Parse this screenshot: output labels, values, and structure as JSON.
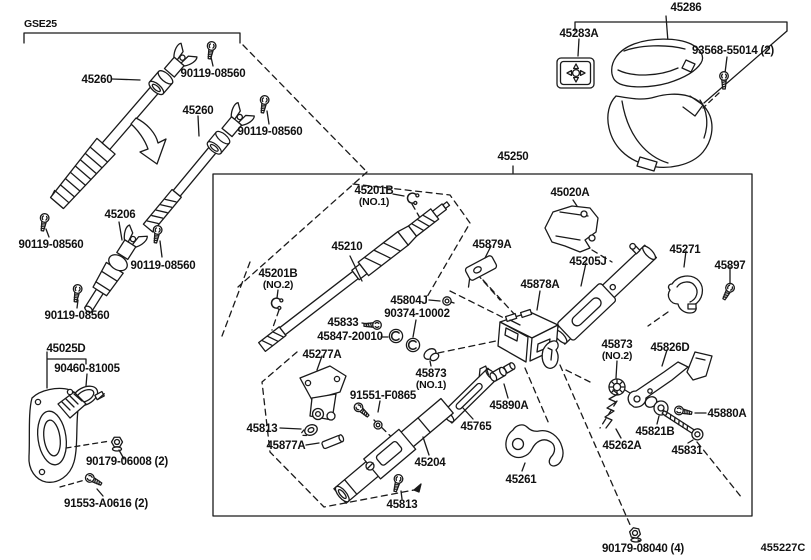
{
  "meta": {
    "description": "Steering column & shaft exploded parts diagram",
    "background_color": "#ffffff",
    "line_color": "#1a1a1a",
    "text_color": "#111111"
  },
  "header": {
    "model_code": "GSE25",
    "diagram_code": "455227C"
  },
  "assembly": {
    "main_box_label": "45250",
    "cover_assembly_label": "45286"
  },
  "labels": [
    {
      "text": "GSE25",
      "sub": ""
    },
    {
      "text": "45260",
      "sub": ""
    },
    {
      "text": "90119-08560",
      "sub": ""
    },
    {
      "text": "45260",
      "sub": ""
    },
    {
      "text": "90119-08560",
      "sub": ""
    },
    {
      "text": "45206",
      "sub": ""
    },
    {
      "text": "90119-08560",
      "sub": ""
    },
    {
      "text": "90119-08560",
      "sub": ""
    },
    {
      "text": "90119-08560",
      "sub": ""
    },
    {
      "text": "45025D",
      "sub": ""
    },
    {
      "text": "90460-81005",
      "sub": ""
    },
    {
      "text": "90179-06008 (2)",
      "sub": ""
    },
    {
      "text": "91553-A0616 (2)",
      "sub": ""
    },
    {
      "text": "45286",
      "sub": ""
    },
    {
      "text": "45283A",
      "sub": ""
    },
    {
      "text": "93568-55014 (2)",
      "sub": ""
    },
    {
      "text": "45250",
      "sub": ""
    },
    {
      "text": "45201B",
      "sub": "(NO.1)"
    },
    {
      "text": "45210",
      "sub": ""
    },
    {
      "text": "45201B",
      "sub": "(NO.2)"
    },
    {
      "text": "45879A",
      "sub": ""
    },
    {
      "text": "45804J",
      "sub": ""
    },
    {
      "text": "90374-10002",
      "sub": ""
    },
    {
      "text": "45833",
      "sub": ""
    },
    {
      "text": "45847-20010",
      "sub": ""
    },
    {
      "text": "45873",
      "sub": "(NO.1)"
    },
    {
      "text": "45020A",
      "sub": ""
    },
    {
      "text": "45205J",
      "sub": ""
    },
    {
      "text": "45271",
      "sub": ""
    },
    {
      "text": "45897",
      "sub": ""
    },
    {
      "text": "45878A",
      "sub": ""
    },
    {
      "text": "45277A",
      "sub": ""
    },
    {
      "text": "91551-F0865",
      "sub": ""
    },
    {
      "text": "45813",
      "sub": ""
    },
    {
      "text": "45877A",
      "sub": ""
    },
    {
      "text": "45204",
      "sub": ""
    },
    {
      "text": "45813",
      "sub": ""
    },
    {
      "text": "45765",
      "sub": ""
    },
    {
      "text": "45890A",
      "sub": ""
    },
    {
      "text": "45873",
      "sub": "(NO.2)"
    },
    {
      "text": "45826D",
      "sub": ""
    },
    {
      "text": "45880A",
      "sub": ""
    },
    {
      "text": "45821B",
      "sub": ""
    },
    {
      "text": "45262A",
      "sub": ""
    },
    {
      "text": "45831",
      "sub": ""
    },
    {
      "text": "45261",
      "sub": ""
    },
    {
      "text": "90179-08040 (4)",
      "sub": ""
    },
    {
      "text": "455227C",
      "sub": ""
    }
  ]
}
